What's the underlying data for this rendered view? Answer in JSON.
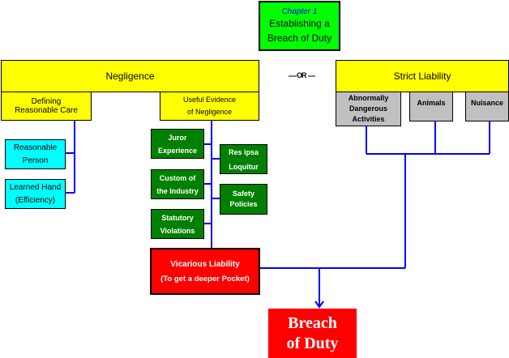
{
  "header": {
    "chapter": "Chapter 1",
    "title_line1": "Establishing a",
    "title_line2": "Breach of Duty"
  },
  "negligence": {
    "title": "Negligence",
    "defining": {
      "line1": "Defining",
      "line2": "Reasonable Care"
    },
    "evidence": {
      "line1": "Useful Evidence",
      "line2": "of Negligence"
    },
    "care_items": [
      {
        "line1": "Reasonable",
        "line2": "Person"
      },
      {
        "line1": "Learned Hand",
        "line2": "(Efficiency)"
      }
    ],
    "evidence_left": [
      {
        "line1": "Juror",
        "line2": "Experience"
      },
      {
        "line1": "Custom of",
        "line2": "the Industry"
      },
      {
        "line1": "Statutory",
        "line2": "Violations"
      }
    ],
    "evidence_right": [
      {
        "line1": "Res ipsa",
        "line2": "Loquitur"
      },
      {
        "line1": "Safety",
        "line2": "Policies"
      }
    ]
  },
  "or_label": "OR",
  "strict": {
    "title": "Strict Liability",
    "items": [
      {
        "line1": "Abnormally",
        "line2": "Dangerous",
        "line3": "Activities"
      },
      {
        "line1": "Animals"
      },
      {
        "line1": "Nuisance"
      }
    ]
  },
  "vicarious": {
    "line1": "Vicarious Liability",
    "line2": "(To get a deeper Pocket)"
  },
  "result": {
    "line1": "Breach",
    "line2": "of Duty"
  },
  "colors": {
    "connector": "#0000ff",
    "negligence": "#ffff00",
    "evidence": "#008000",
    "care": "#00ffff",
    "strict_items": "#c0c0c0",
    "vicarious": "#ff0000",
    "result": "#ff0000",
    "header": "#00ff00"
  }
}
